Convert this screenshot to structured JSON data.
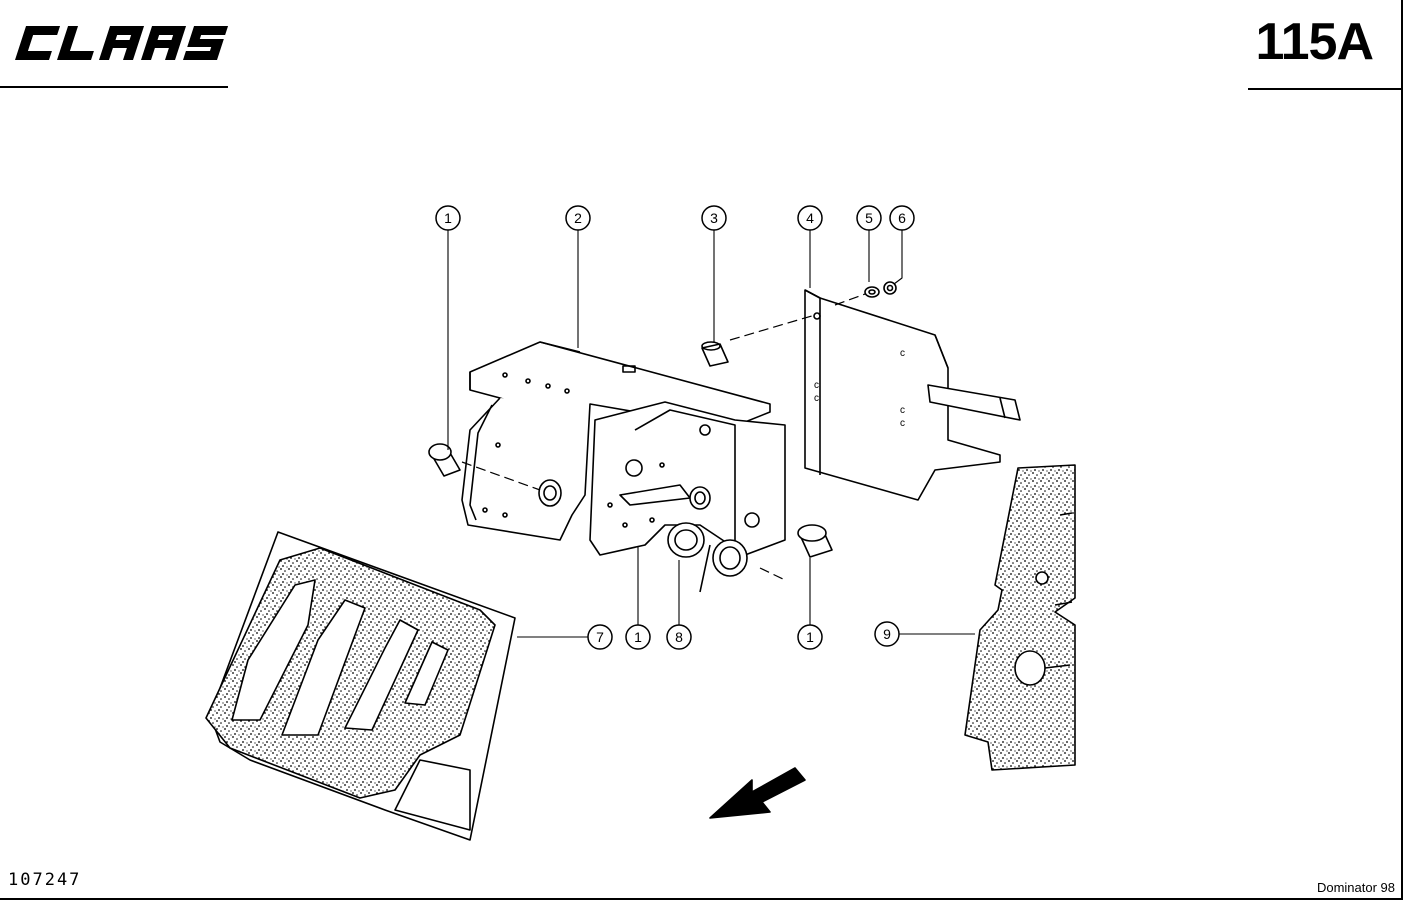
{
  "header": {
    "brand": "CLAAS",
    "page_number": "115A"
  },
  "footer": {
    "drawing_number": "107247",
    "model": "Dominator 98"
  },
  "callouts": [
    {
      "id": "c1a",
      "label": "1"
    },
    {
      "id": "c2",
      "label": "2"
    },
    {
      "id": "c3",
      "label": "3"
    },
    {
      "id": "c4",
      "label": "4"
    },
    {
      "id": "c5",
      "label": "5"
    },
    {
      "id": "c6",
      "label": "6"
    },
    {
      "id": "c7",
      "label": "7"
    },
    {
      "id": "c1b",
      "label": "1"
    },
    {
      "id": "c8",
      "label": "8"
    },
    {
      "id": "c1c",
      "label": "1"
    },
    {
      "id": "c9",
      "label": "9"
    }
  ]
}
